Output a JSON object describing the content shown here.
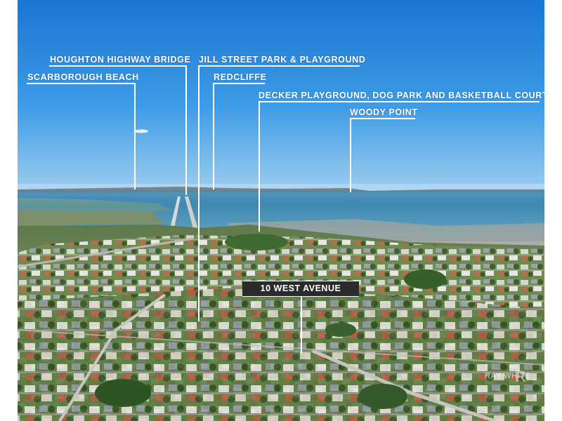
{
  "labels": {
    "houghton_highway_bridge": "HOUGHTON HIGHWAY BRIDGE",
    "jill_street_park": "JILL STREET PARK & PLAYGROUND",
    "scarborough_beach": "SCARBOROUGH BEACH",
    "redcliffe": "REDCLIFFE",
    "decker_playground": "DECKER PLAYGROUND, DOG PARK AND BASKETBALL COURT",
    "woody_point": "WOODY POINT"
  },
  "address": "10 WEST AVENUE",
  "watermark": {
    "text": "RAY WHITE",
    "mark": "R"
  },
  "colors": {
    "sky_top": "#1a78d6",
    "sky_horizon": "#8cc7ef",
    "sea": "#3f8fb6",
    "label_text": "#ffffff",
    "address_box": "#2b2b2b"
  }
}
